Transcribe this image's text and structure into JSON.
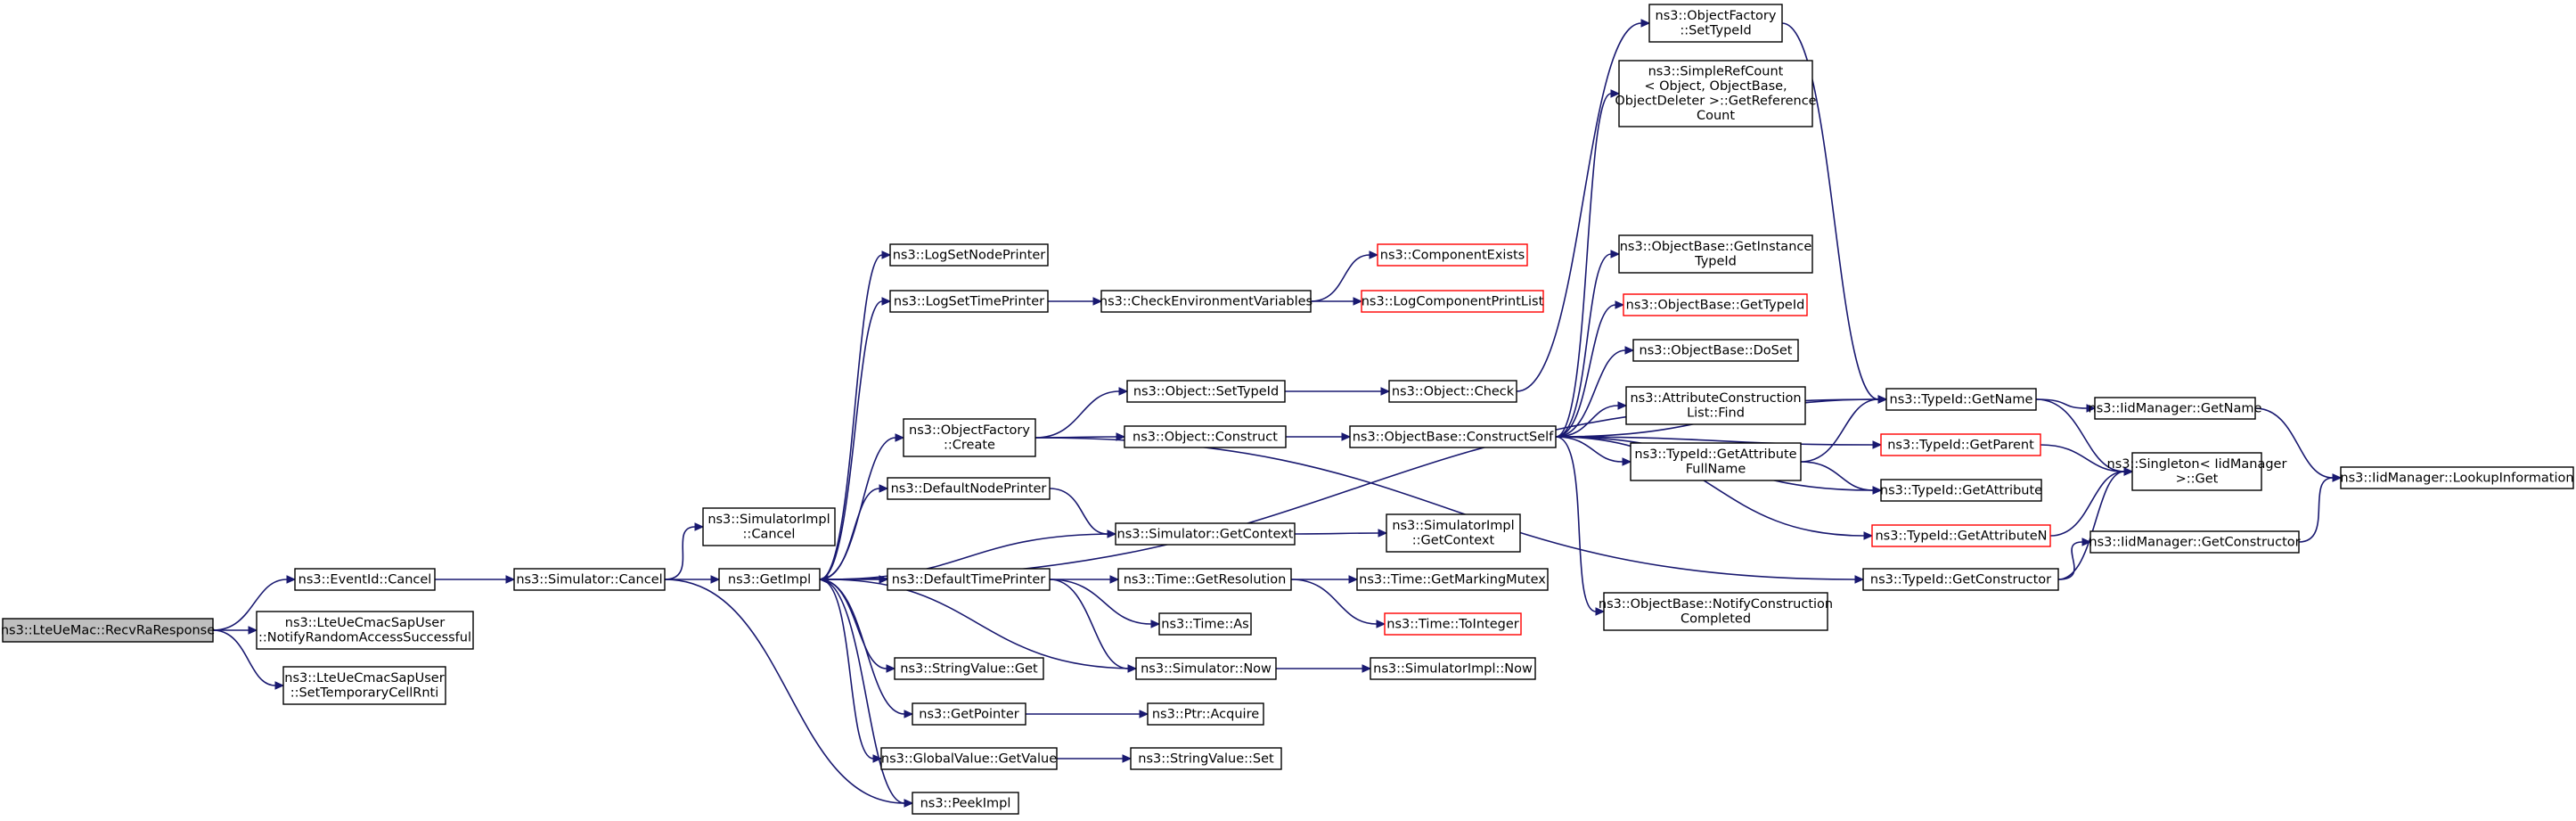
{
  "colors": {
    "edge": "#191970",
    "normal_border": "#000000",
    "red_border": "#ff0000",
    "root_fill": "#bfbfbf",
    "node_fill": "#ffffff"
  },
  "nodes": [
    {
      "id": "n1",
      "lines": [
        "ns3::LteUeMac::RecvRaResponse"
      ],
      "style": "root"
    },
    {
      "id": "n2",
      "lines": [
        "ns3::EventId::Cancel"
      ],
      "style": "normal"
    },
    {
      "id": "n3",
      "lines": [
        "ns3::LteUeCmacSapUser",
        "::NotifyRandomAccessSuccessful"
      ],
      "style": "normal"
    },
    {
      "id": "n4",
      "lines": [
        "ns3::LteUeCmacSapUser",
        "::SetTemporaryCellRnti"
      ],
      "style": "normal"
    },
    {
      "id": "n5",
      "lines": [
        "ns3::Simulator::Cancel"
      ],
      "style": "normal"
    },
    {
      "id": "n6",
      "lines": [
        "ns3::SimulatorImpl",
        "::Cancel"
      ],
      "style": "normal"
    },
    {
      "id": "n7",
      "lines": [
        "ns3::GetImpl"
      ],
      "style": "normal"
    },
    {
      "id": "n8",
      "lines": [
        "ns3::PeekImpl"
      ],
      "style": "normal"
    },
    {
      "id": "n9",
      "lines": [
        "ns3::LogSetNodePrinter"
      ],
      "style": "normal"
    },
    {
      "id": "n10",
      "lines": [
        "ns3::LogSetTimePrinter"
      ],
      "style": "normal"
    },
    {
      "id": "n11",
      "lines": [
        "ns3::ObjectFactory",
        "::Create"
      ],
      "style": "normal"
    },
    {
      "id": "n12",
      "lines": [
        "ns3::DefaultNodePrinter"
      ],
      "style": "normal"
    },
    {
      "id": "n13",
      "lines": [
        "ns3::DefaultTimePrinter"
      ],
      "style": "normal"
    },
    {
      "id": "n14",
      "lines": [
        "ns3::StringValue::Get"
      ],
      "style": "normal"
    },
    {
      "id": "n15",
      "lines": [
        "ns3::GetPointer"
      ],
      "style": "normal"
    },
    {
      "id": "n16",
      "lines": [
        "ns3::GlobalValue::GetValue"
      ],
      "style": "normal"
    },
    {
      "id": "n17",
      "lines": [
        "ns3::CheckEnvironmentVariables"
      ],
      "style": "normal"
    },
    {
      "id": "n18",
      "lines": [
        "ns3::Object::SetTypeId"
      ],
      "style": "normal"
    },
    {
      "id": "n19",
      "lines": [
        "ns3::Object::Construct"
      ],
      "style": "normal"
    },
    {
      "id": "n20",
      "lines": [
        "ns3::Simulator::GetContext"
      ],
      "style": "normal"
    },
    {
      "id": "n21",
      "lines": [
        "ns3::Time::GetResolution"
      ],
      "style": "normal"
    },
    {
      "id": "n22",
      "lines": [
        "ns3::Time::As"
      ],
      "style": "normal"
    },
    {
      "id": "n23",
      "lines": [
        "ns3::Simulator::Now"
      ],
      "style": "normal"
    },
    {
      "id": "n24",
      "lines": [
        "ns3::Ptr::Acquire"
      ],
      "style": "normal"
    },
    {
      "id": "n25",
      "lines": [
        "ns3::StringValue::Set"
      ],
      "style": "normal"
    },
    {
      "id": "n26",
      "lines": [
        "ns3::ComponentExists"
      ],
      "style": "red"
    },
    {
      "id": "n27",
      "lines": [
        "ns3::LogComponentPrintList"
      ],
      "style": "red"
    },
    {
      "id": "n28",
      "lines": [
        "ns3::Object::Check"
      ],
      "style": "normal"
    },
    {
      "id": "n29",
      "lines": [
        "ns3::ObjectBase::ConstructSelf"
      ],
      "style": "normal"
    },
    {
      "id": "n30",
      "lines": [
        "ns3::SimulatorImpl",
        "::GetContext"
      ],
      "style": "normal"
    },
    {
      "id": "n31",
      "lines": [
        "ns3::Time::GetMarkingMutex"
      ],
      "style": "normal"
    },
    {
      "id": "n32",
      "lines": [
        "ns3::Time::ToInteger"
      ],
      "style": "red"
    },
    {
      "id": "n33",
      "lines": [
        "ns3::SimulatorImpl::Now"
      ],
      "style": "normal"
    },
    {
      "id": "n34",
      "lines": [
        "ns3::ObjectFactory",
        "::SetTypeId"
      ],
      "style": "normal"
    },
    {
      "id": "n35",
      "lines": [
        "ns3::SimpleRefCount",
        "< Object, ObjectBase,",
        " ObjectDeleter >::GetReference",
        "Count"
      ],
      "style": "normal"
    },
    {
      "id": "n36",
      "lines": [
        "ns3::ObjectBase::GetInstance",
        "TypeId"
      ],
      "style": "normal"
    },
    {
      "id": "n37",
      "lines": [
        "ns3::ObjectBase::GetTypeId"
      ],
      "style": "red"
    },
    {
      "id": "n38",
      "lines": [
        "ns3::ObjectBase::DoSet"
      ],
      "style": "normal"
    },
    {
      "id": "n39",
      "lines": [
        "ns3::AttributeConstruction",
        "List::Find"
      ],
      "style": "normal"
    },
    {
      "id": "n40",
      "lines": [
        "ns3::TypeId::GetAttribute",
        "FullName"
      ],
      "style": "normal"
    },
    {
      "id": "n41",
      "lines": [
        "ns3::ObjectBase::NotifyConstruction",
        "Completed"
      ],
      "style": "normal"
    },
    {
      "id": "n42",
      "lines": [
        "ns3::TypeId::GetName"
      ],
      "style": "normal"
    },
    {
      "id": "n43",
      "lines": [
        "ns3::TypeId::GetParent"
      ],
      "style": "red"
    },
    {
      "id": "n44",
      "lines": [
        "ns3::TypeId::GetAttribute"
      ],
      "style": "normal"
    },
    {
      "id": "n45",
      "lines": [
        "ns3::TypeId::GetAttributeN"
      ],
      "style": "red"
    },
    {
      "id": "n46",
      "lines": [
        "ns3::TypeId::GetConstructor"
      ],
      "style": "normal"
    },
    {
      "id": "n47",
      "lines": [
        "ns3::IidManager::GetName"
      ],
      "style": "normal"
    },
    {
      "id": "n48",
      "lines": [
        "ns3::Singleton< IidManager",
        " >::Get"
      ],
      "style": "normal"
    },
    {
      "id": "n49",
      "lines": [
        "ns3::IidManager::GetConstructor"
      ],
      "style": "normal"
    },
    {
      "id": "n50",
      "lines": [
        "ns3::IidManager::LookupInformation"
      ],
      "style": "normal"
    }
  ],
  "edges": [
    [
      "n1",
      "n2"
    ],
    [
      "n1",
      "n3"
    ],
    [
      "n1",
      "n4"
    ],
    [
      "n2",
      "n5"
    ],
    [
      "n5",
      "n6"
    ],
    [
      "n5",
      "n7"
    ],
    [
      "n5",
      "n8"
    ],
    [
      "n7",
      "n8"
    ],
    [
      "n7",
      "n9"
    ],
    [
      "n7",
      "n10"
    ],
    [
      "n7",
      "n11"
    ],
    [
      "n7",
      "n12"
    ],
    [
      "n7",
      "n13"
    ],
    [
      "n7",
      "n14"
    ],
    [
      "n7",
      "n15"
    ],
    [
      "n7",
      "n16"
    ],
    [
      "n7",
      "n42"
    ],
    [
      "n10",
      "n17"
    ],
    [
      "n17",
      "n26"
    ],
    [
      "n17",
      "n27"
    ],
    [
      "n11",
      "n18"
    ],
    [
      "n11",
      "n19"
    ],
    [
      "n11",
      "n46"
    ],
    [
      "n12",
      "n20"
    ],
    [
      "n13",
      "n21"
    ],
    [
      "n13",
      "n22"
    ],
    [
      "n13",
      "n23"
    ],
    [
      "n15",
      "n24"
    ],
    [
      "n16",
      "n25"
    ],
    [
      "n18",
      "n28"
    ],
    [
      "n19",
      "n29"
    ],
    [
      "n20",
      "n7"
    ],
    [
      "n20",
      "n30"
    ],
    [
      "n21",
      "n31"
    ],
    [
      "n21",
      "n32"
    ],
    [
      "n23",
      "n7"
    ],
    [
      "n23",
      "n33"
    ],
    [
      "n28",
      "n34"
    ],
    [
      "n29",
      "n35"
    ],
    [
      "n29",
      "n36"
    ],
    [
      "n29",
      "n37"
    ],
    [
      "n29",
      "n38"
    ],
    [
      "n29",
      "n39"
    ],
    [
      "n29",
      "n40"
    ],
    [
      "n29",
      "n41"
    ],
    [
      "n29",
      "n42"
    ],
    [
      "n29",
      "n43"
    ],
    [
      "n29",
      "n44"
    ],
    [
      "n29",
      "n45"
    ],
    [
      "n34",
      "n42"
    ],
    [
      "n40",
      "n42"
    ],
    [
      "n40",
      "n44"
    ],
    [
      "n42",
      "n47"
    ],
    [
      "n42",
      "n48"
    ],
    [
      "n43",
      "n48"
    ],
    [
      "n45",
      "n48"
    ],
    [
      "n46",
      "n48"
    ],
    [
      "n46",
      "n49"
    ],
    [
      "n47",
      "n50"
    ],
    [
      "n49",
      "n50"
    ]
  ]
}
